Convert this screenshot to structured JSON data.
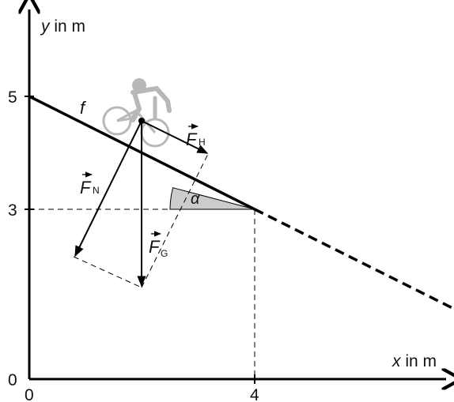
{
  "axes": {
    "y_label_var": "y",
    "y_label_unit": " in m",
    "x_label_var": "x",
    "x_label_unit": " in m",
    "origin_x_label": "0",
    "origin_y_label": "0",
    "y_ticks": [
      "5",
      "3"
    ],
    "x_ticks": [
      "4"
    ]
  },
  "function_label": "f",
  "angle_label": "α",
  "forces": {
    "vector_symbol": "F",
    "gravity_sub": "G",
    "normal_sub": "N",
    "downhill_sub": "H"
  },
  "colors": {
    "line": "#000000",
    "angle_fill": "#cccccc",
    "cyclist": "#b8b8b8"
  },
  "icons": {
    "cyclist": "cyclist-icon"
  }
}
